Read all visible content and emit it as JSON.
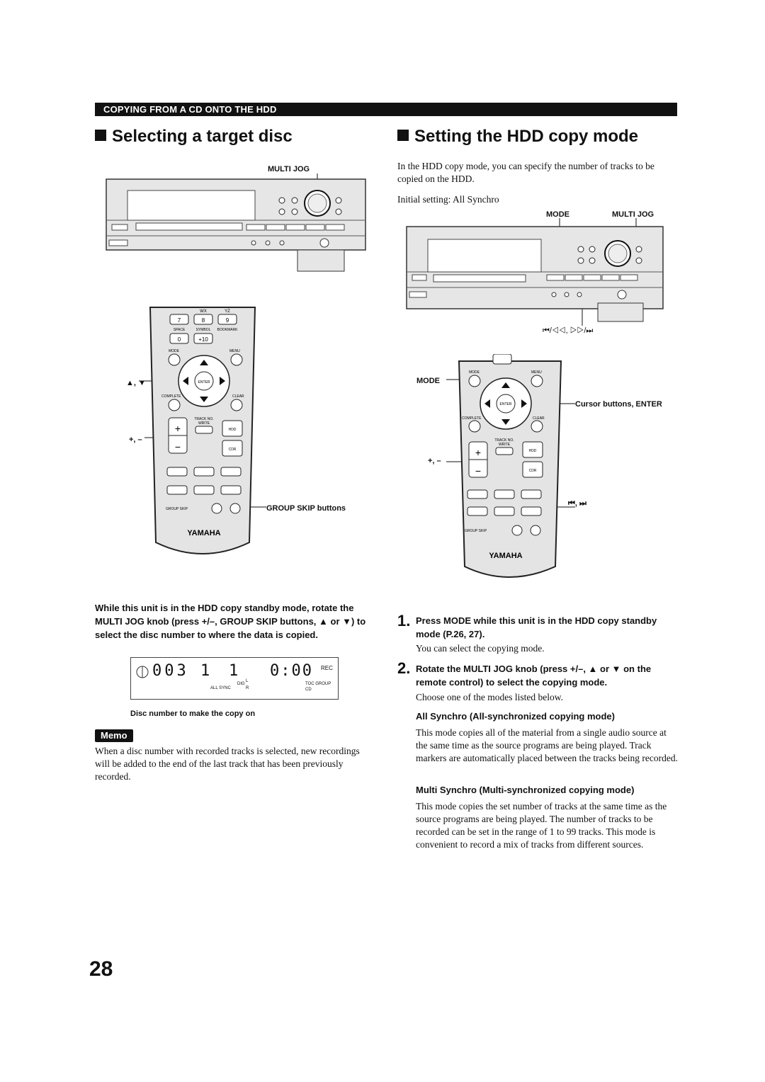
{
  "section_title": "COPYING FROM A CD ONTO THE HDD",
  "left": {
    "heading": "Selecting a target disc",
    "device_label_top": "MULTI JOG",
    "remote_label_updown": "▲, ▼",
    "remote_label_plusminus": "+, –",
    "remote_label_group_skip": "GROUP SKIP buttons",
    "instruction": "While this unit is in the HDD copy standby mode, rotate the MULTI JOG knob (press +/–, GROUP SKIP buttons, ▲ or ▼) to select the disc number to where the data is copied.",
    "display": {
      "disc": "003",
      "track": "1",
      "track_num": "1",
      "time": "0:00",
      "rec": "REC",
      "dig": "DIG",
      "l": "L",
      "r": "R",
      "all_sync": "ALL SYNC",
      "toc_group": "TOC GROUP",
      "cd": "CD"
    },
    "display_caption": "Disc number to make the copy on",
    "memo_label": "Memo",
    "memo_text": "When a disc number with recorded tracks is selected, new recordings will be added to the end of the last track that has been previously recorded."
  },
  "right": {
    "heading": "Setting the HDD copy mode",
    "intro": "In the HDD copy mode, you can specify the number of tracks to be copied on the HDD.",
    "initial_setting": "Initial setting: All Synchro",
    "device_label_mode": "MODE",
    "device_label_multijog": "MULTI JOG",
    "device_label_skip": "⏮/◁◁, ▷▷/⏭",
    "remote_label_mode": "MODE",
    "remote_label_cursor": "Cursor buttons, ENTER",
    "remote_label_plusminus": "+, –",
    "remote_label_skip": "⏮, ⏭",
    "step1_num": "1.",
    "step1_text": "Press MODE while this unit is in the HDD copy standby mode (P.26, 27).",
    "step1_body": "You can select the copying mode.",
    "step2_num": "2.",
    "step2_text": "Rotate the MULTI JOG knob (press +/–, ▲ or ▼ on the remote control) to select the copying mode.",
    "step2_body": "Choose one of the modes listed below.",
    "mode1_title": "All Synchro (All-synchronized copying mode)",
    "mode1_text": "This mode copies all of the material from a single audio source at the same time as the source programs are being played. Track markers are automatically placed between the tracks being recorded.",
    "mode2_title": "Multi Synchro (Multi-synchronized copying mode)",
    "mode2_text": "This mode copies the set number of tracks at the same time as the source programs are being played. The number of tracks to be recorded can be set in the range of 1 to 99 tracks. This mode is convenient to record a mix of tracks from different sources."
  },
  "remote_keys": {
    "k7": "7",
    "k8": "8",
    "k9": "9",
    "wx": "WX",
    "yz": "YZ",
    "space": "SPACE",
    "symbol": "SYMBOL",
    "bookmark": "BOOKMARK",
    "k0": "0",
    "k10": "+10",
    "mode": "MODE",
    "menu": "MENU",
    "enter": "ENTER",
    "complete": "COMPLETE",
    "clear": "CLEAR",
    "track_no": "TRACK NO.",
    "write": "WRITE",
    "hdd": "HDD",
    "cdr": "CDR",
    "group_skip": "GROUP SKIP",
    "brand": "YAMAHA"
  },
  "page_number": "28"
}
